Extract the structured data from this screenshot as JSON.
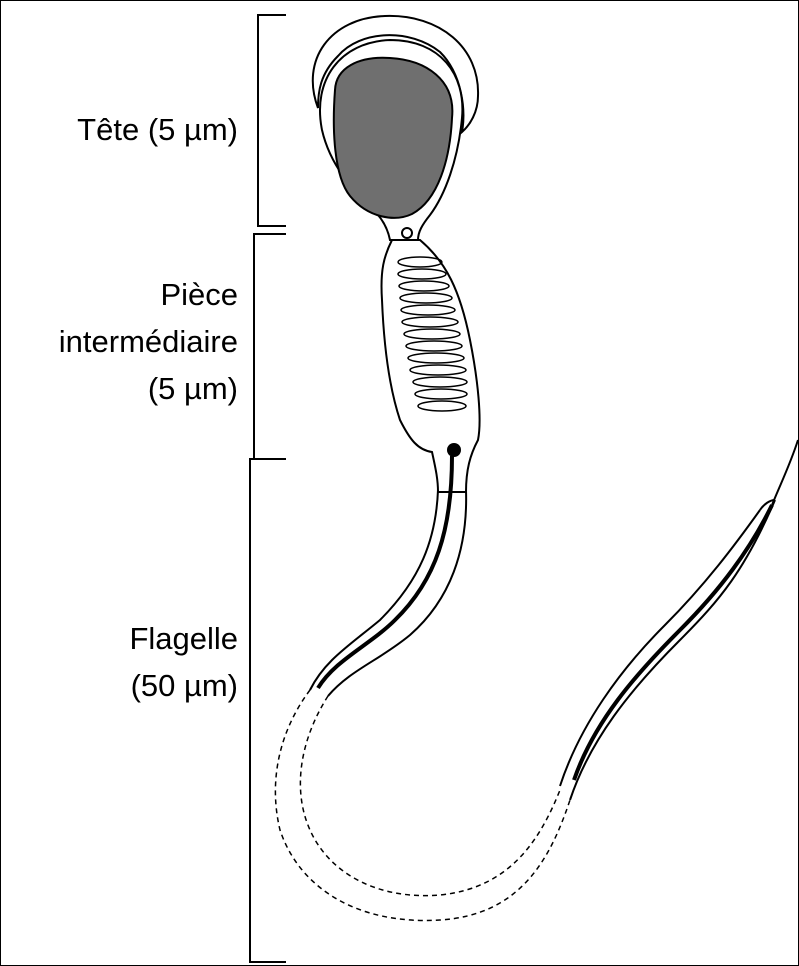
{
  "labels": {
    "head": "Tête (5 µm)",
    "midpiece_line1": "Pièce",
    "midpiece_line2": "intermédiaire",
    "midpiece_line3": "(5 µm)",
    "flagellum_line1": "Flagelle",
    "flagellum_line2": "(50 µm)"
  },
  "colors": {
    "stroke": "#000000",
    "nucleus": "#6f6f6f",
    "background": "#ffffff"
  }
}
